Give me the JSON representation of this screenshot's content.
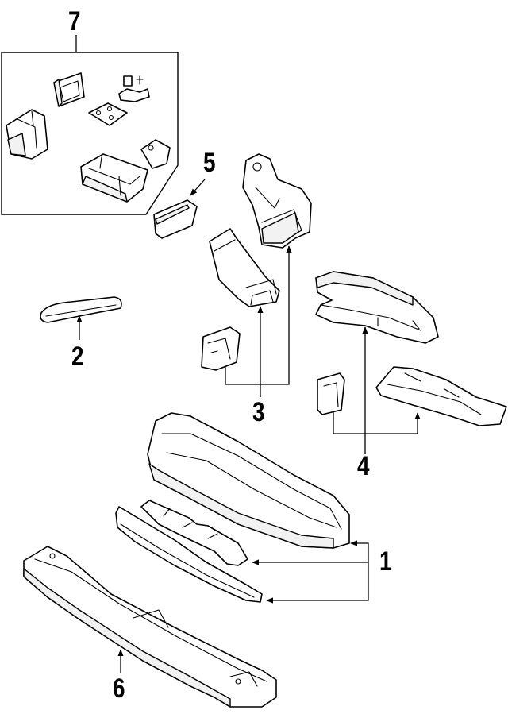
{
  "callouts": {
    "c1": "1",
    "c2": "2",
    "c3": "3",
    "c4": "4",
    "c5": "5",
    "c6": "6",
    "c7": "7"
  },
  "colors": {
    "line": "#000000",
    "background": "#ffffff",
    "fill": "#ffffff",
    "shade": "#f2f2f2"
  }
}
